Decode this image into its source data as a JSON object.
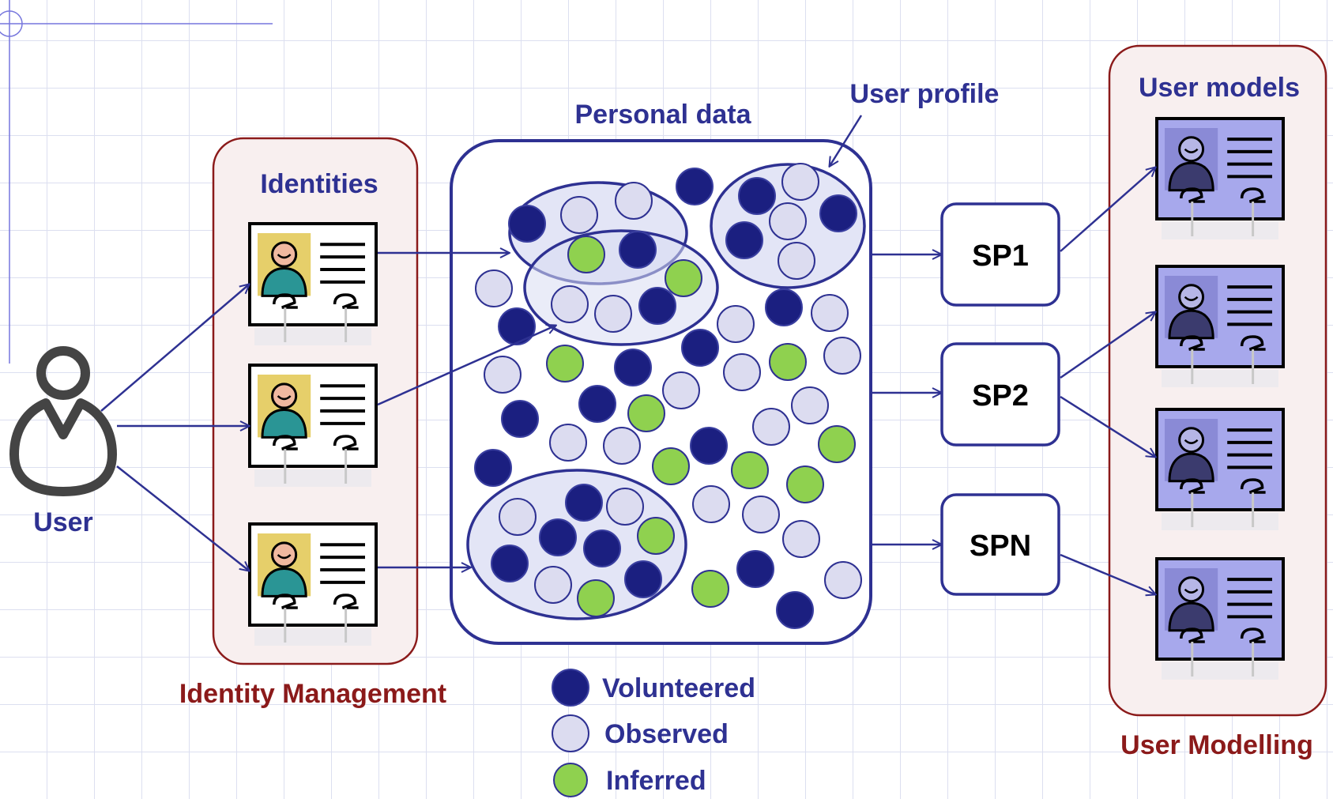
{
  "labels": {
    "user": "User",
    "identities": "Identities",
    "identity_management": "Identity Management",
    "personal_data": "Personal data",
    "user_profile": "User profile",
    "user_models": "User models",
    "user_modelling": "User Modelling"
  },
  "service_providers": [
    {
      "label": "SP1"
    },
    {
      "label": "SP2"
    },
    {
      "label": "SPN"
    }
  ],
  "legend": [
    {
      "label": "Volunteered",
      "kind": "volunteered"
    },
    {
      "label": "Observed",
      "kind": "observed"
    },
    {
      "label": "Inferred",
      "kind": "inferred"
    }
  ],
  "colors": {
    "volunteered": "#1b1f80",
    "observed": "#dcdcf0",
    "inferred": "#8fd14f",
    "stroke": "#2e3192",
    "group_fill": "#d9dcf3",
    "panel_border": "#8b1a1a",
    "panel_fill": "#f8efef",
    "id_photo_bg": "#e6cf6a",
    "id_person": "#2a9595",
    "model_card": "#a7a8ec",
    "model_photo_bg": "#8a8ad6",
    "model_person": "#3b3b6e"
  },
  "icons": {
    "user": "user-icon",
    "identity_card": "id-card-icon",
    "user_model_card": "user-model-card-icon"
  }
}
